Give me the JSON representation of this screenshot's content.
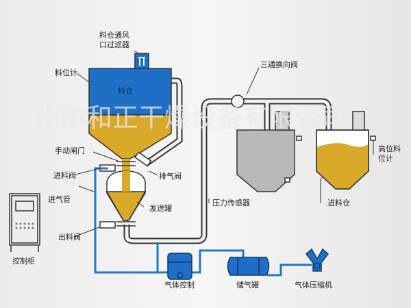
{
  "labels": {
    "filter": "料仓通风\n口过滤器",
    "filter_l1": "料仓通风",
    "filter_l2": "口过滤器",
    "level_meter": "料位计",
    "silo": "料仓",
    "manual_gate": "手动闸门",
    "inlet_valve": "进料阀",
    "exhaust_valve": "排气阀",
    "air_inlet_pipe": "进气管",
    "send_tank": "发送罐",
    "outlet_valve": "出料阀",
    "control_cabinet": "控制柜",
    "three_way_valve": "三通换向阀",
    "pressure_sensor": "压力传感器",
    "high_level_meter_l1": "高位料",
    "high_level_meter_l2": "位计",
    "receiving_bin": "进料仓",
    "gas_control": "气体控制",
    "air_tank": "储气罐",
    "compressor": "气体压缩机"
  },
  "watermark": "州市和正干燥设备有限公司",
  "colors": {
    "blue": "#1f6fc6",
    "yellow": "#d9a92a",
    "gray": "#b9b9b9",
    "pipe": "#333333"
  }
}
